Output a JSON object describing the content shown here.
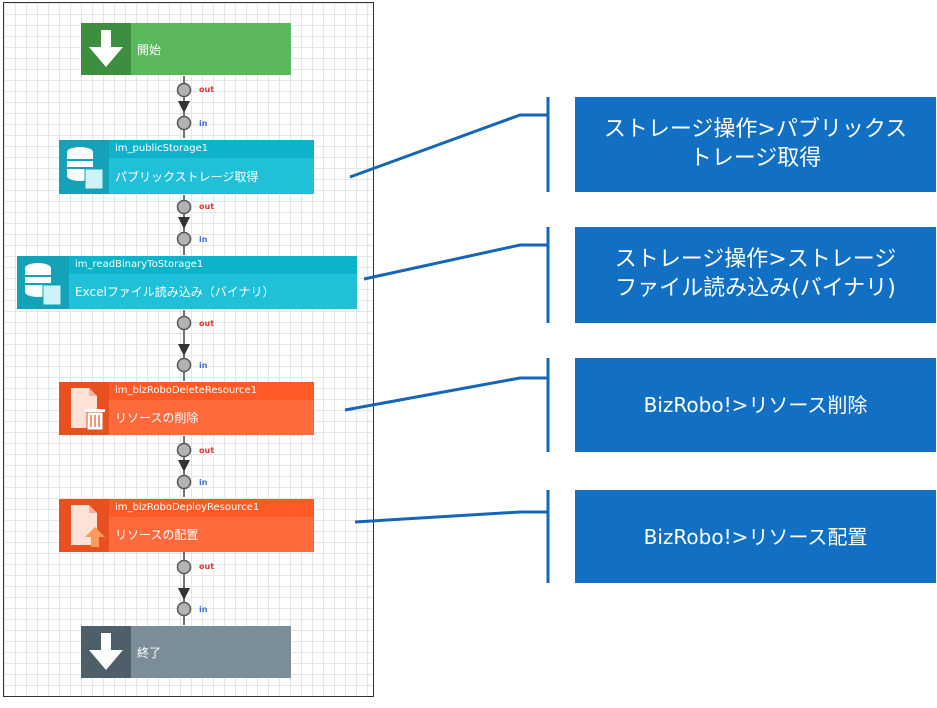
{
  "ports": {
    "out": "out",
    "in": "in"
  },
  "nodes": {
    "start": {
      "label": "開始"
    },
    "storage": {
      "title": "im_publicStorage1",
      "label": "パブリックストレージ取得"
    },
    "readbinary": {
      "title": "im_readBinaryToStorage1",
      "label": "Excelファイル読み込み（バイナリ）"
    },
    "delete": {
      "title": "im_bizRoboDeleteResource1",
      "label": "リソースの削除"
    },
    "deploy": {
      "title": "im_bizRoboDeployResource1",
      "label": "リソースの配置"
    },
    "end": {
      "label": "終了"
    }
  },
  "callouts": [
    {
      "text": "ストレージ操作>パブリックス\nトレージ取得"
    },
    {
      "text": "ストレージ操作>ストレージ\nファイル読み込み(バイナリ)"
    },
    {
      "text": "BizRobo!>リソース削除"
    },
    {
      "text": "BizRobo!>リソース配置"
    }
  ],
  "colors": {
    "start": "#5cb85c",
    "start_dark": "#3e8e41",
    "storage": "#20c1d8",
    "storage_dark": "#13a2b8",
    "resource": "#ff6a3d",
    "resource_dark": "#e8501f",
    "end": "#7a8d98",
    "end_dark": "#4f5f69",
    "callout": "#1170c3"
  }
}
